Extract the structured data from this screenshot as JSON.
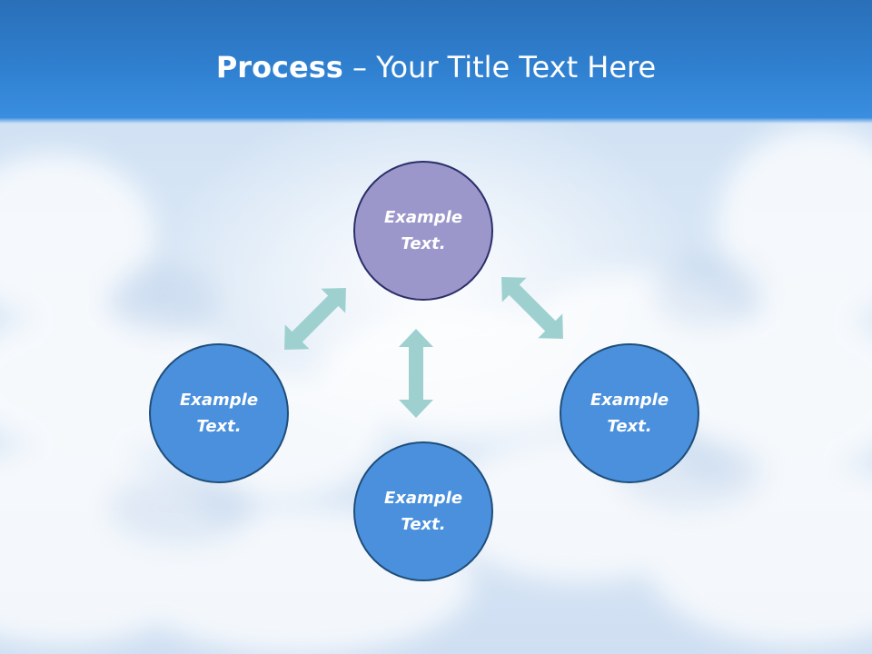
{
  "title": {
    "bold": "Process",
    "rest": " – Your Title Text Here"
  },
  "nodes": {
    "top": "Example Text.",
    "left": "Example Text.",
    "right": "Example Text.",
    "bottom": "Example Text."
  },
  "colors": {
    "title_bar": "#2f7fcf",
    "top_node": "#9b97cb",
    "side_nodes": "#4a90dd",
    "arrows": "#9fd0d0",
    "node_border": "#1f4e7a"
  }
}
